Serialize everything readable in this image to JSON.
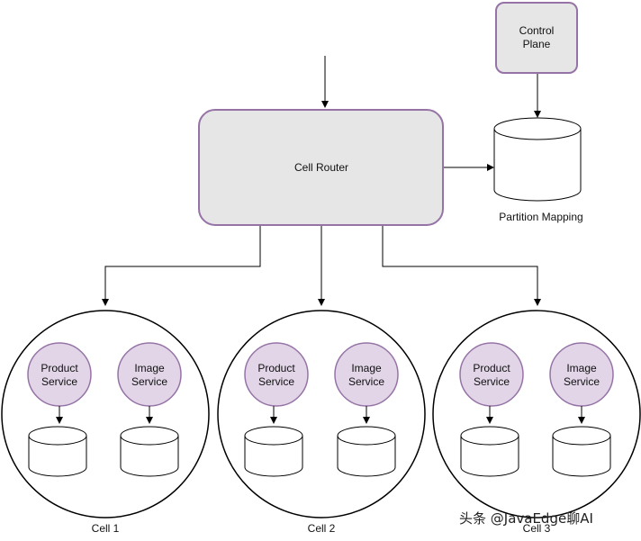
{
  "diagram": {
    "control_plane": {
      "line1": "Control",
      "line2": "Plane"
    },
    "cell_router": {
      "label": "Cell Router"
    },
    "partition_mapping": {
      "label": "Partition Mapping"
    },
    "cells": [
      {
        "label": "Cell 1",
        "services": [
          {
            "line1": "Product",
            "line2": "Service"
          },
          {
            "line1": "Image",
            "line2": "Service"
          }
        ]
      },
      {
        "label": "Cell 2",
        "services": [
          {
            "line1": "Product",
            "line2": "Service"
          },
          {
            "line1": "Image",
            "line2": "Service"
          }
        ]
      },
      {
        "label": "Cell 3",
        "services": [
          {
            "line1": "Product",
            "line2": "Service"
          },
          {
            "line1": "Image",
            "line2": "Service"
          }
        ]
      }
    ]
  },
  "watermark": {
    "text": "头条 @JavaEdge聊AI"
  },
  "colors": {
    "box_fill": "#e6e6e6",
    "purple_stroke": "#9673a6",
    "service_fill": "#e1d5e7",
    "line": "#000000"
  }
}
